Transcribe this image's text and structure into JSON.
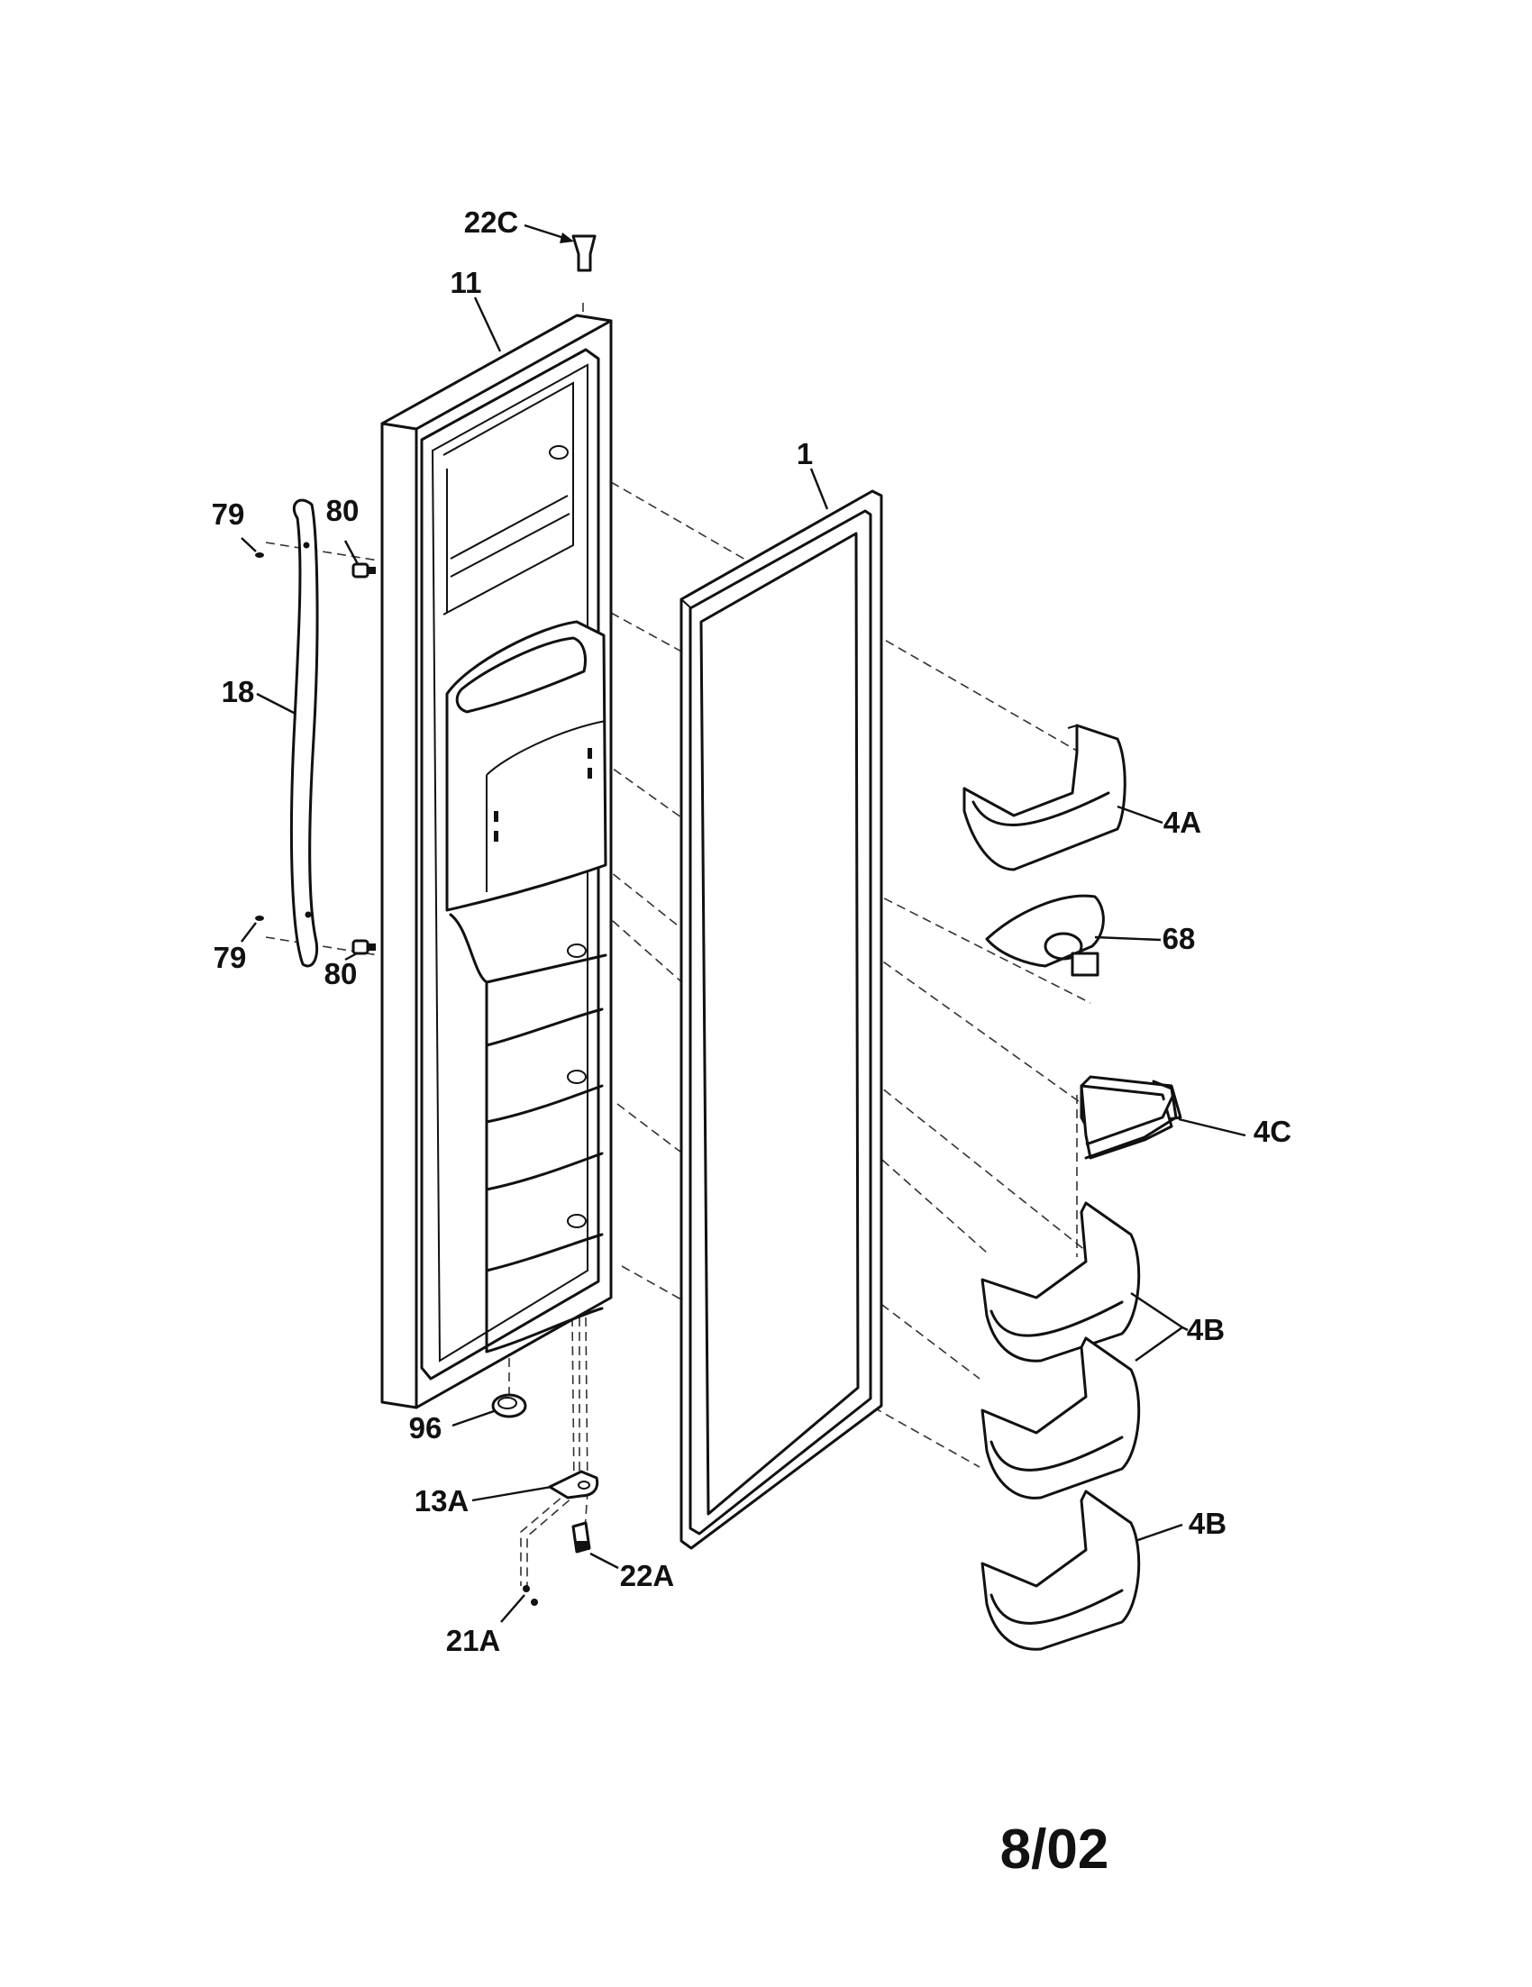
{
  "diagram": {
    "callouts": {
      "c22C": "22C",
      "c11": "11",
      "c1": "1",
      "c79a": "79",
      "c80a": "80",
      "c18": "18",
      "c79b": "79",
      "c80b": "80",
      "c4A": "4A",
      "c68": "68",
      "c4C": "4C",
      "c4B_pair": "4B",
      "c4B_single": "4B",
      "c96": "96",
      "c13A": "13A",
      "c22A": "22A",
      "c21A": "21A"
    },
    "revision_date": "8/02"
  }
}
